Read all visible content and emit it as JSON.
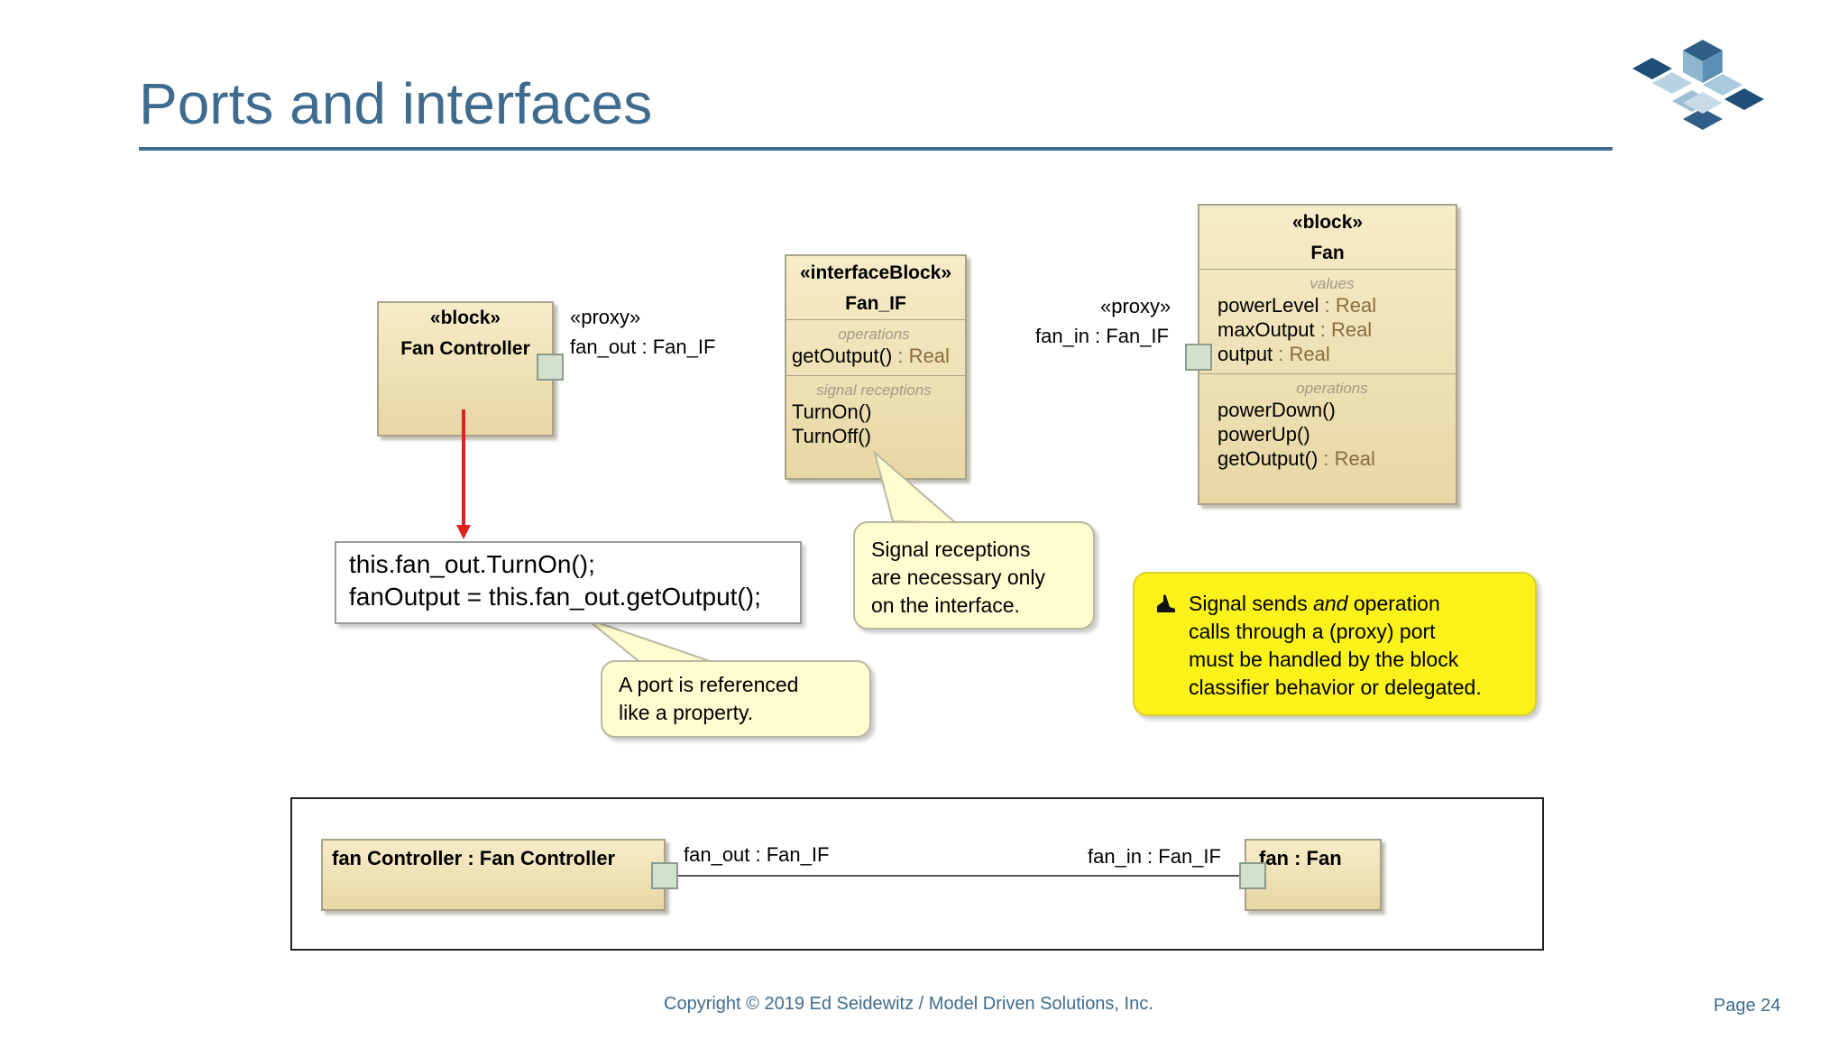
{
  "slide": {
    "title": "Ports and interfaces",
    "footer": "Copyright © 2019 Ed Seidewitz / Model Driven Solutions, Inc.",
    "page": "Page 24"
  },
  "fan_controller": {
    "stereotype": "«block»",
    "name": "Fan Controller",
    "port_stereotype": "«proxy»",
    "port_label": "fan_out : Fan_IF"
  },
  "fan_if": {
    "stereotype": "«interfaceBlock»",
    "name": "Fan_IF",
    "ops_caption": "operations",
    "op1_name": "getOutput()",
    "op1_type": " : Real",
    "signals_caption": "signal receptions",
    "signal1": "TurnOn()",
    "signal2": "TurnOff()"
  },
  "fan": {
    "stereotype": "«block»",
    "name": "Fan",
    "port_stereotype": "«proxy»",
    "port_label": "fan_in : Fan_IF",
    "values_caption": "values",
    "v1_name": "powerLevel",
    "v1_type": " : Real",
    "v2_name": "maxOutput",
    "v2_type": " : Real",
    "v3_name": "output",
    "v3_type": " : Real",
    "ops_caption": "operations",
    "op1": "powerDown()",
    "op2": "powerUp()",
    "op3_name": "getOutput()",
    "op3_type": " : Real"
  },
  "code": {
    "line1": "this.fan_out.TurnOn();",
    "line2": "fanOutput = this.fan_out.getOutput();"
  },
  "callouts": {
    "signal_line1": "Signal receptions",
    "signal_line2": "are necessary only",
    "signal_line3": "on the interface.",
    "port_line1": "A port is referenced",
    "port_line2": "like a property.",
    "warn_line1_a": "Signal sends ",
    "warn_line1_b": "and",
    "warn_line1_c": " operation",
    "warn_line2": "calls through a (proxy) port",
    "warn_line3": "must be handled by the block",
    "warn_line4": "classifier behavior or delegated."
  },
  "ibd": {
    "part1": "fan Controller : Fan Controller",
    "port1": "fan_out : Fan_IF",
    "port2": "fan_in : Fan_IF",
    "part2": "fan : Fan"
  },
  "colors": {
    "title": "#3f6b8f",
    "arrow": "#e02020",
    "warning": "#fbf219"
  },
  "icons": {
    "logo": "cube-staircase-logo",
    "warning": "pointing-hand-icon"
  }
}
